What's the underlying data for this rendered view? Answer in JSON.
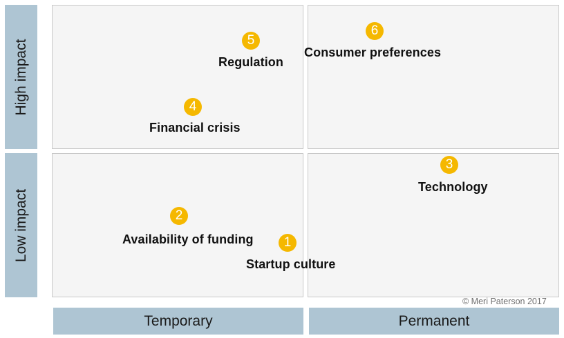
{
  "axes": {
    "y_high": "High impact",
    "y_low": "Low impact",
    "x_temporary": "Temporary",
    "x_permanent": "Permanent"
  },
  "items": [
    {
      "number": "1",
      "label": "Startup culture"
    },
    {
      "number": "2",
      "label": "Availability of funding"
    },
    {
      "number": "3",
      "label": "Technology"
    },
    {
      "number": "4",
      "label": "Financial crisis"
    },
    {
      "number": "5",
      "label": "Regulation"
    },
    {
      "number": "6",
      "label": "Consumer preferences"
    }
  ],
  "copyright": "© Meri Paterson 2017",
  "colors": {
    "badge": "#f5b800",
    "axis_band": "#aec5d3",
    "quadrant": "#f5f5f5"
  }
}
